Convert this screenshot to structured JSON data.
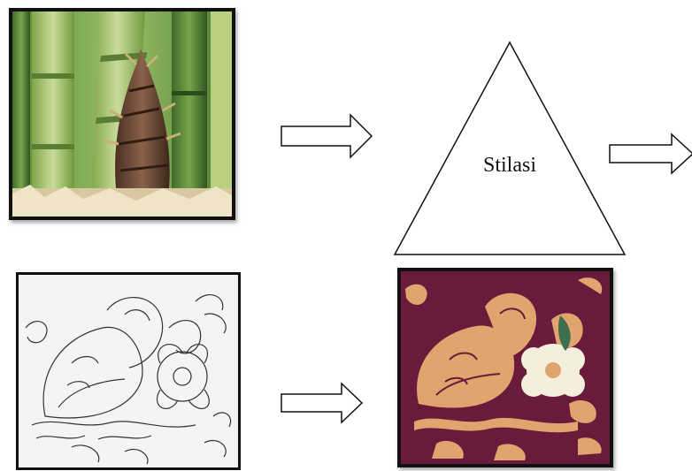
{
  "diagram": {
    "triangle_label": "Stilasi",
    "nodes": [
      {
        "id": "bamboo-shoot-photo",
        "kind": "photo"
      },
      {
        "id": "stilasi",
        "kind": "triangle"
      },
      {
        "id": "sketch-drawing",
        "kind": "line-drawing"
      },
      {
        "id": "batik-fabric-photo",
        "kind": "photo"
      }
    ],
    "edges": [
      {
        "from": "bamboo-shoot-photo",
        "to": "stilasi"
      },
      {
        "from": "stilasi",
        "to": "off-page"
      },
      {
        "from": "sketch-drawing",
        "to": "batik-fabric-photo"
      }
    ]
  },
  "colors": {
    "frame": "#111111",
    "arrow_stroke": "#111111",
    "bamboo_green": "#7fa84a",
    "shoot_brown": "#6b4a35",
    "batik_background": "#6a1a3a",
    "batik_motif": "#e0a46e",
    "flower_cream": "#f3efdc"
  }
}
